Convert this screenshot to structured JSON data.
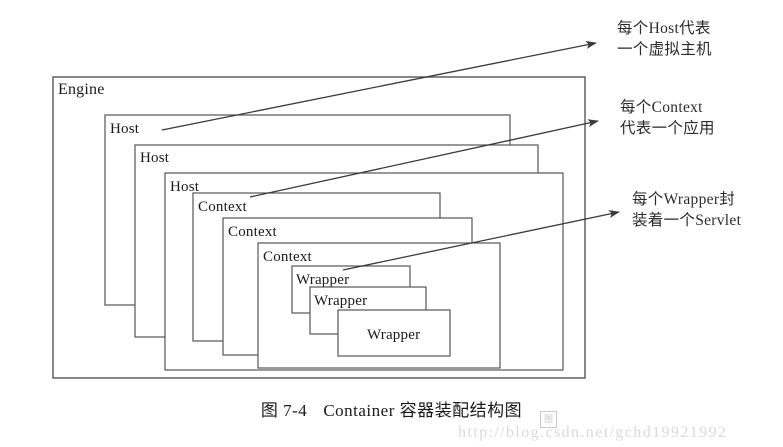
{
  "figure": {
    "caption_label": "图 7-4",
    "caption_title": "Container 容器装配结构图"
  },
  "diagram": {
    "engine": {
      "label": "Engine"
    },
    "hosts": [
      {
        "label": "Host"
      },
      {
        "label": "Host"
      },
      {
        "label": "Host"
      }
    ],
    "contexts": [
      {
        "label": "Context"
      },
      {
        "label": "Context"
      },
      {
        "label": "Context"
      }
    ],
    "wrappers": [
      {
        "label": "Wrapper"
      },
      {
        "label": "Wrapper"
      },
      {
        "label": "Wrapper"
      }
    ]
  },
  "annotations": [
    {
      "line1": "每个Host代表",
      "line2": "一个虚拟主机",
      "target": "host"
    },
    {
      "line1": "每个Context",
      "line2": "代表一个应用",
      "target": "context"
    },
    {
      "line1": "每个Wrapper封",
      "line2": "装着一个Servlet",
      "target": "wrapper"
    }
  ],
  "watermark": {
    "text": "http://blog.csdn.net/gchd19921992",
    "badge": "图"
  },
  "colors": {
    "background": "#ffffff",
    "stroke": "#4a4a4a",
    "text": "#1a1a1a",
    "watermark": "#d9d9d9"
  }
}
